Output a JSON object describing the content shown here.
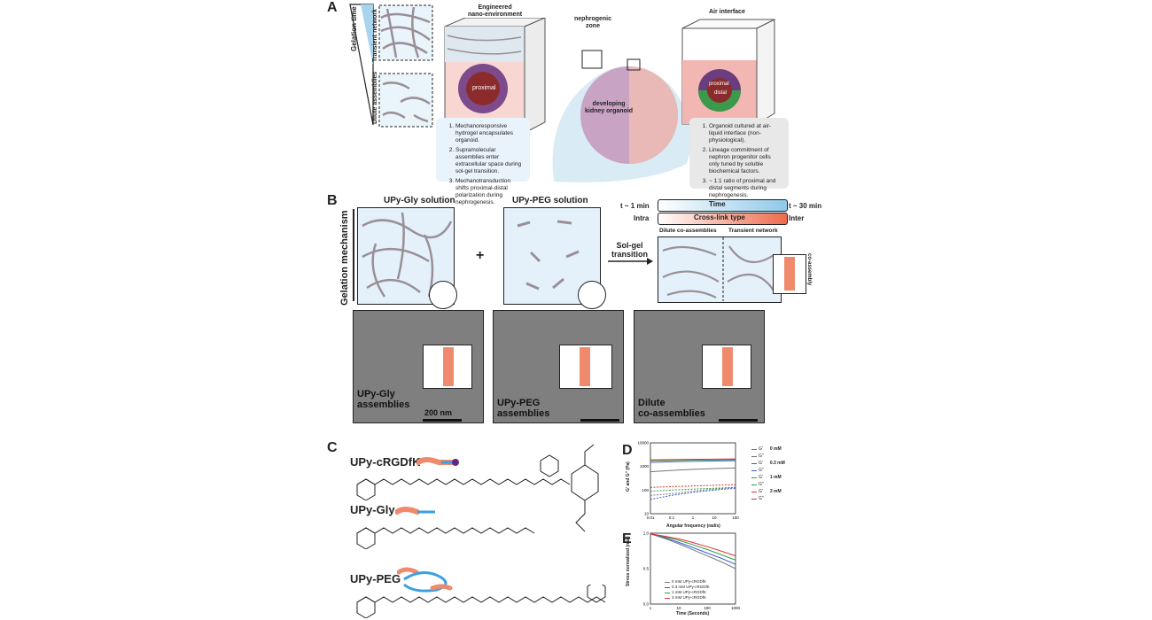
{
  "panelA": {
    "label": "A",
    "gelation_time": "Gelation time",
    "transient_network": "Transient network",
    "dilute_assemblies": "Dilute assemblies",
    "engineered": "Engineered\nnano-environment",
    "nephrogenic": "nephrogenic\nzone",
    "air_interface": "Air interface",
    "proximal": "proximal",
    "proximal2": "proximal",
    "distal": "distal",
    "organoid": "developing\nkidney organoid",
    "left_notes": [
      "Mechanoresponsive hydrogel encapsulates organoid.",
      "Supramolecular assemblies enter extracellular space during sol-gel transition.",
      "Mechanotransduction shifts proximal-distal polarization during nephrogenesis."
    ],
    "right_notes": [
      "Organoid cultured at air-liquid interface (non-physiological).",
      "Lineage commitment of nephron progenitor cells only tuned by soluble biochemical factors.",
      "~ 1:1 ratio of proximal and distal segments during nephrogenesis."
    ]
  },
  "panelB": {
    "label": "B",
    "gelation_mechanism": "Gelation mechanism",
    "gly_solution": "UPy-Gly solution",
    "peg_solution": "UPy-PEG solution",
    "plus": "+",
    "solgel": "Sol-gel\ntransition",
    "t1": "t ~ 1 min",
    "t30": "t ~ 30 min",
    "time": "Time",
    "intra": "Intra",
    "inter": "Inter",
    "crosslink": "Cross-link type",
    "dilute_co": "Dilute co-assemblies",
    "transient": "Transient network",
    "coassembly": "co-assembly",
    "em1": "UPy-Gly\nassemblies",
    "em2": "UPy-PEG\nassemblies",
    "em3": "Dilute\nco-assemblies",
    "scale": "200 nm"
  },
  "panelC": {
    "label": "C",
    "names": [
      "UPy-cRGDfK",
      "UPy-Gly",
      "UPy-PEG"
    ]
  },
  "panelD": {
    "label": "D",
    "ylabel": "G' and G'' (Pa)",
    "xlabel": "Angular frequency (rad/s)",
    "legend_groups": [
      "0 mM",
      "0.3 mM",
      "1 mM",
      "3 mM"
    ],
    "gp": "G'",
    "gpp": "G''"
  },
  "panelE": {
    "label": "E",
    "ylabel": "Stress normalized (n.u.)",
    "xlabel": "Time (Seconds)",
    "legend": [
      "0 mM UPy-cRGDfK",
      "0.3 mM UPy-cRGDfK",
      "1 mM UPy-cRGDfK",
      "3 mM UPy-cRGDfK"
    ]
  },
  "chart_data": [
    {
      "type": "line",
      "title": "",
      "xlabel": "Angular frequency (rad/s)",
      "ylabel": "G' and G'' (Pa)",
      "xscale": "log",
      "yscale": "log",
      "xlim": [
        0.01,
        100
      ],
      "ylim": [
        10,
        10000
      ],
      "x_ticks": [
        "0.01",
        "0.1",
        "1",
        "10",
        "100"
      ],
      "y_ticks": [
        "10",
        "100",
        "1000",
        "10000"
      ],
      "x": [
        0.01,
        0.1,
        1,
        10,
        100
      ],
      "series": [
        {
          "name": "0 mM",
          "modulus": "G'",
          "color": "#777777",
          "values": [
            600,
            680,
            760,
            820,
            860
          ]
        },
        {
          "name": "0.3 mM",
          "modulus": "G'",
          "color": "#3b5bdb",
          "values": [
            1500,
            1580,
            1640,
            1700,
            1750
          ]
        },
        {
          "name": "1 mM",
          "modulus": "G'",
          "color": "#2f9e44",
          "values": [
            1750,
            1800,
            1850,
            1900,
            1950
          ]
        },
        {
          "name": "3 mM",
          "modulus": "G'",
          "color": "#e03131",
          "values": [
            1900,
            1950,
            2000,
            2050,
            2100
          ]
        },
        {
          "name": "0 mM",
          "modulus": "G''",
          "color": "#777777",
          "values": [
            60,
            70,
            90,
            110,
            130
          ]
        },
        {
          "name": "0.3 mM",
          "modulus": "G''",
          "color": "#3b5bdb",
          "values": [
            40,
            60,
            80,
            100,
            120
          ]
        },
        {
          "name": "1 mM",
          "modulus": "G''",
          "color": "#2f9e44",
          "values": [
            90,
            100,
            110,
            120,
            130
          ]
        },
        {
          "name": "3 mM",
          "modulus": "G''",
          "color": "#e03131",
          "values": [
            130,
            140,
            150,
            160,
            170
          ]
        }
      ]
    },
    {
      "type": "line",
      "title": "",
      "xlabel": "Time (Seconds)",
      "ylabel": "Stress normalized (n.u.)",
      "xscale": "log",
      "xlim": [
        1,
        1000
      ],
      "ylim": [
        0,
        1.0
      ],
      "x_ticks": [
        "1",
        "10",
        "100",
        "1000"
      ],
      "y_ticks": [
        "0.0",
        "0.5",
        "1.0"
      ],
      "x": [
        1,
        3,
        10,
        30,
        100,
        300,
        1000
      ],
      "series": [
        {
          "name": "0 mM UPy-cRGDfK",
          "color": "#777777",
          "values": [
            0.99,
            0.93,
            0.85,
            0.77,
            0.68,
            0.6,
            0.5
          ]
        },
        {
          "name": "0.3 mM UPy-cRGDfK",
          "color": "#3b5bdb",
          "values": [
            0.99,
            0.94,
            0.87,
            0.8,
            0.72,
            0.65,
            0.56
          ]
        },
        {
          "name": "1 mM UPy-cRGDfK",
          "color": "#2f9e44",
          "values": [
            0.99,
            0.95,
            0.9,
            0.84,
            0.77,
            0.7,
            0.62
          ]
        },
        {
          "name": "3 mM UPy-cRGDfK",
          "color": "#e03131",
          "values": [
            0.99,
            0.96,
            0.92,
            0.87,
            0.81,
            0.75,
            0.68
          ]
        }
      ]
    }
  ]
}
